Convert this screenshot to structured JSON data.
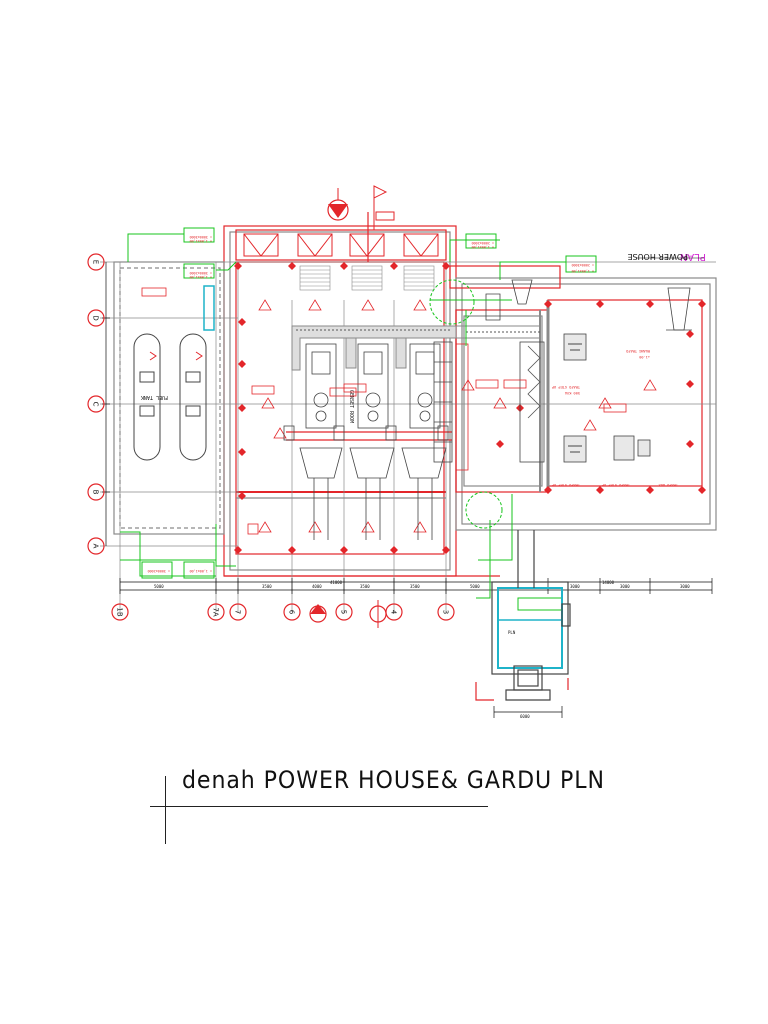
{
  "caption": "denah POWER HOUSE& GARDU PLN",
  "plan_title": "PLAN",
  "plan_subtitle": "POWER HOUSE",
  "rooms": {
    "genset": "GENSET ROOM",
    "fuel_tank": "FUEL TANK",
    "pln": "PLN"
  },
  "grid_bubbles": [
    "1B",
    "7A",
    "7",
    "6",
    "5",
    "4",
    "3"
  ],
  "row_bubbles": [
    "E",
    "D",
    "C",
    "B",
    "A"
  ],
  "dimensions": [
    "41000",
    "14000",
    "6000"
  ],
  "colors": {
    "red": "#e3262a",
    "green": "#17c41c",
    "grey": "#8a8a8a",
    "cyan": "#1fb3c9",
    "magenta": "#d62ad6",
    "black": "#111111"
  }
}
